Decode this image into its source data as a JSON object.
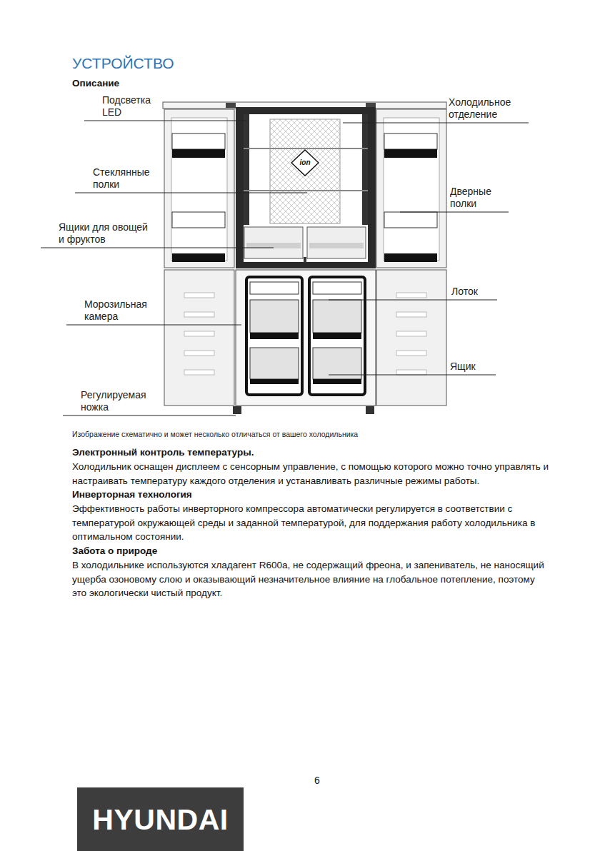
{
  "diagram": {
    "title": "УСТРОЙСТВО",
    "caption": "Изображение схематично и может несколько отличаться от вашего холодильника",
    "nodes": [
      {
        "text": [
          "ion"
        ]
      },
      {
        "text": [
          "HYUNDAI"
        ]
      }
    ],
    "labels": [
      "Описание",
      "Подсветка LED",
      "Стеклянные полки",
      "Ящики для овощей и фруктов",
      "Морозильная камера",
      "Регулируемая ножка",
      "Холодильное отделение",
      "Дверные полки",
      "Лоток",
      "Ящик",
      "Электронный контроль температуры.",
      "Холодильник оснащен дисплеем с сенсорным управление, с помощью которого можно точно управлять и настраивать температуру каждого отделения и устанавливать различные режимы работы.",
      "Инверторная технология",
      "Эффективность работы инверторного компрессора автоматически регулируется в соответствии с температурой окружающей среды и заданной температурой, для поддержания работу холодильника в оптимальном состоянии.",
      "Забота о природе",
      "В холодильнике используются хладагент R600a, не содержащий фреона, и запениватель, не наносящий ущерба озоновому слою и оказывающий незначительное влияние на глобальное потепление, поэтому это экологически чистый продукт.",
      "6"
    ]
  }
}
